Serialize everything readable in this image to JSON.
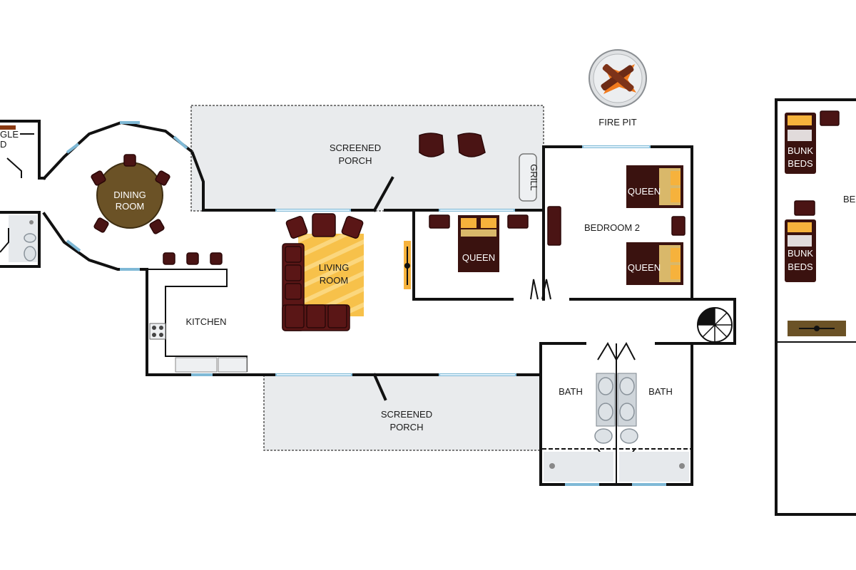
{
  "rooms": {
    "fire_pit": "FIRE PIT",
    "screened_porch_top": [
      "SCREENED",
      "PORCH"
    ],
    "screened_porch_bottom": [
      "SCREENED",
      "PORCH"
    ],
    "grill": "GRILL",
    "dining": [
      "DINING",
      "ROOM"
    ],
    "living": [
      "LIVING",
      "ROOM"
    ],
    "kitchen": "KITCHEN",
    "bedroom2": "BEDROOM 2",
    "bath_left": "BATH",
    "bath_right": "BATH",
    "left_partial": [
      "GLE",
      "D"
    ],
    "right_partial": "BED"
  },
  "beds": {
    "queen_center": "QUEEN",
    "queen_b2_top": "QUEEN",
    "queen_b2_bottom": "QUEEN",
    "bunk_top": [
      "BUNK",
      "BEDS"
    ],
    "bunk_bottom": [
      "BUNK",
      "BEDS"
    ]
  },
  "colors": {
    "wall": "#111111",
    "window": "#7fb9d6",
    "porch_fill": "#e9ebed",
    "furniture": "#4a1414",
    "bed_accent": "#f6b23c",
    "rug": "#f7c14a",
    "dining_table": "#6b5226",
    "fire": "#f07a1e"
  }
}
